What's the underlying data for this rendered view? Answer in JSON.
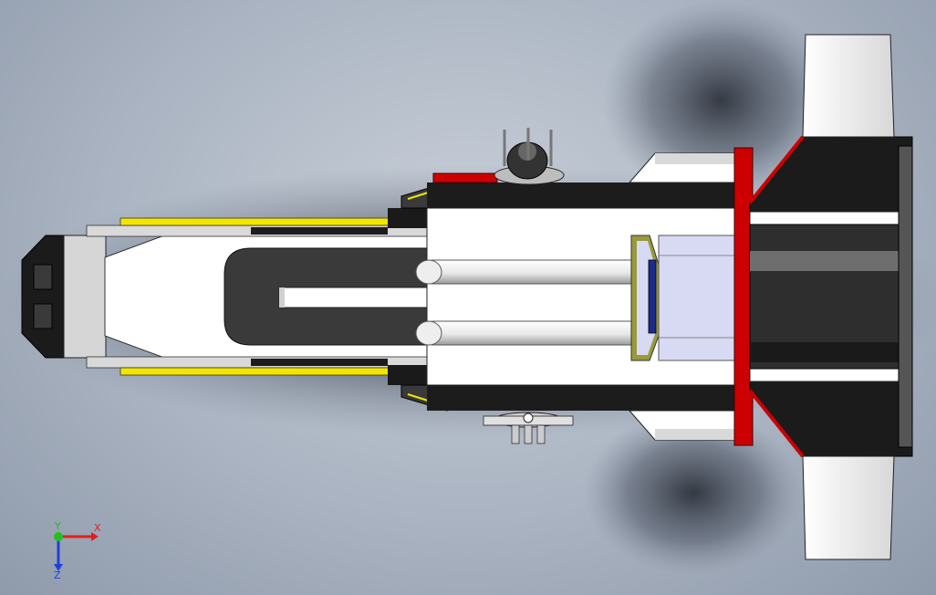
{
  "viewport": {
    "background_top": "#c9cfd8",
    "background_bottom": "#8f9aab"
  },
  "model": {
    "colors": {
      "white": "#ffffff",
      "light_gray": "#d9d9d9",
      "mid_gray": "#a6a6a6",
      "dark_gray": "#3a3a3a",
      "black": "#111111",
      "red": "#cc0000",
      "yellow": "#f2e600",
      "olive": "#9a9a3c",
      "lavender": "#d7daf2",
      "navy": "#1a2b8a"
    }
  },
  "triad": {
    "x_label": "X",
    "y_label": "Y",
    "z_label": "Z",
    "x_color": "#e02020",
    "y_color": "#20c020",
    "z_color": "#2040e0"
  }
}
